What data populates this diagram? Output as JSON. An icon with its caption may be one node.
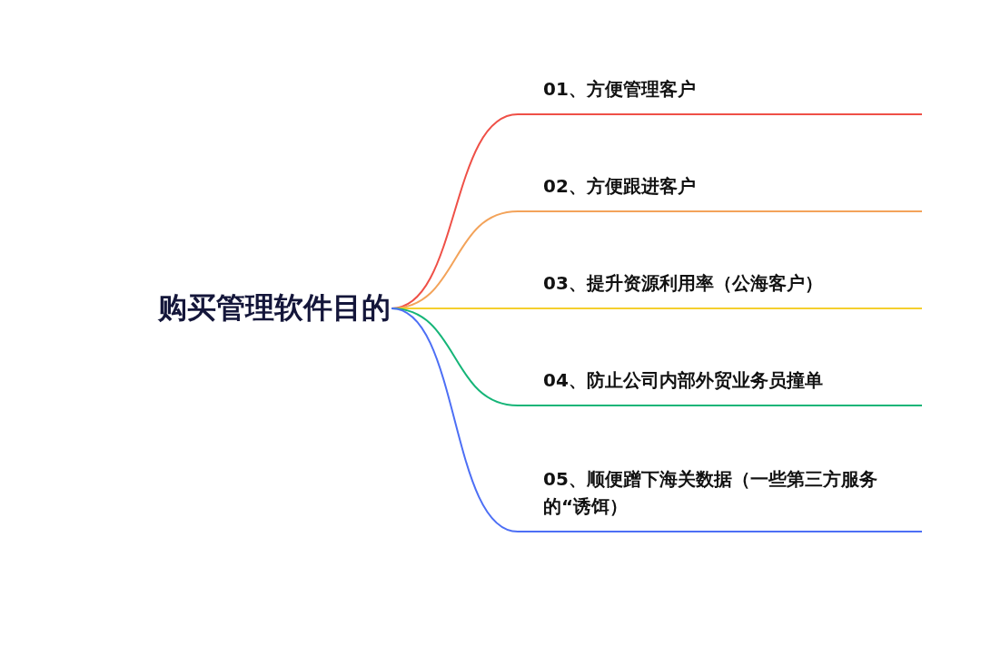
{
  "diagram": {
    "nodes": [
      {
        "text": [
          "购买管理软件目的"
        ]
      },
      {
        "text": [
          "01、方便管理客户"
        ]
      },
      {
        "text": [
          "02、方便跟进客户"
        ]
      },
      {
        "text": [
          "03、提升资源利用率（公海客户）"
        ]
      },
      {
        "text": [
          "04、防止公司内部外贸业务员撞单"
        ]
      },
      {
        "text": [
          "05、顺便蹭下海关数据（一些第三方服务的“诱饵）"
        ]
      }
    ],
    "edges": [
      {
        "from": 0,
        "to": 1,
        "arrow": "none",
        "color": "#ef5047"
      },
      {
        "from": 0,
        "to": 2,
        "arrow": "none",
        "color": "#f3a35a"
      },
      {
        "from": 0,
        "to": 3,
        "arrow": "none",
        "color": "#f4cf2e"
      },
      {
        "from": 0,
        "to": 4,
        "arrow": "none",
        "color": "#16b578"
      },
      {
        "from": 0,
        "to": 5,
        "arrow": "none",
        "color": "#4d6ff5"
      }
    ]
  }
}
